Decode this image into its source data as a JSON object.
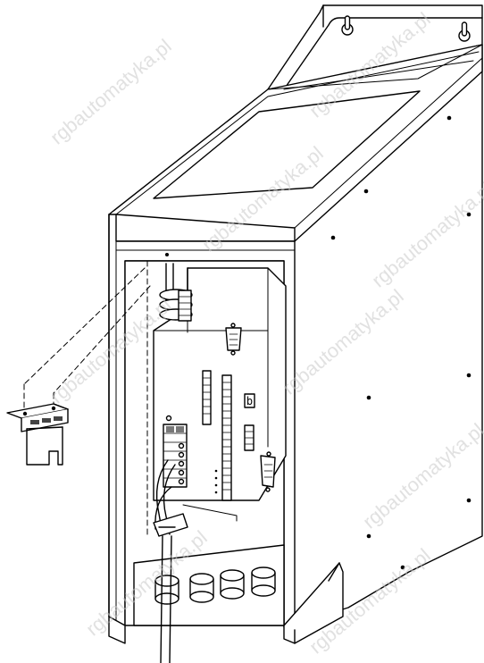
{
  "figure": {
    "subject": "drive-unit-mounting-illustration",
    "line_color": "#000000",
    "background_color": "#ffffff",
    "hatch_color": "#555555"
  },
  "watermark": {
    "text": "rgbautomatyka.pl",
    "color": "#c9c9c9"
  },
  "module": {
    "seven_segment_display": "b"
  }
}
